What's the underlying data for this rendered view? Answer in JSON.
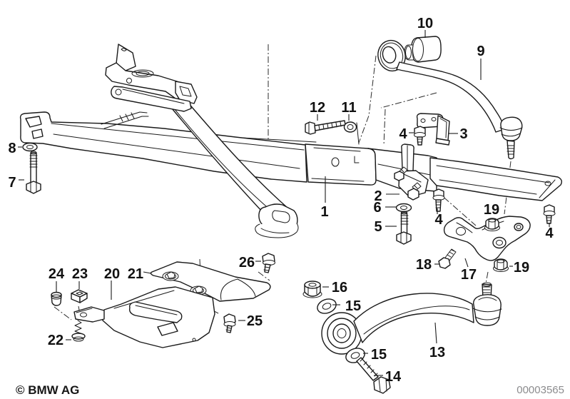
{
  "meta": {
    "copyright": "© BMW AG",
    "diagram_number": "00003565"
  },
  "colors": {
    "background": "#ffffff",
    "line_art": "#1a1a1a",
    "callout_text": "#111111",
    "diagram_number_text": "#8c8c8e"
  },
  "callouts": [
    {
      "label": "1"
    },
    {
      "label": "2"
    },
    {
      "label": "3"
    },
    {
      "label": "4"
    },
    {
      "label": "4"
    },
    {
      "label": "4"
    },
    {
      "label": "5"
    },
    {
      "label": "6"
    },
    {
      "label": "7"
    },
    {
      "label": "8"
    },
    {
      "label": "9"
    },
    {
      "label": "10"
    },
    {
      "label": "11"
    },
    {
      "label": "12"
    },
    {
      "label": "13"
    },
    {
      "label": "14"
    },
    {
      "label": "15"
    },
    {
      "label": "15"
    },
    {
      "label": "16"
    },
    {
      "label": "17"
    },
    {
      "label": "18"
    },
    {
      "label": "19"
    },
    {
      "label": "19"
    },
    {
      "label": "20"
    },
    {
      "label": "21"
    },
    {
      "label": "22"
    },
    {
      "label": "23"
    },
    {
      "label": "24"
    },
    {
      "label": "25"
    },
    {
      "label": "26"
    }
  ]
}
